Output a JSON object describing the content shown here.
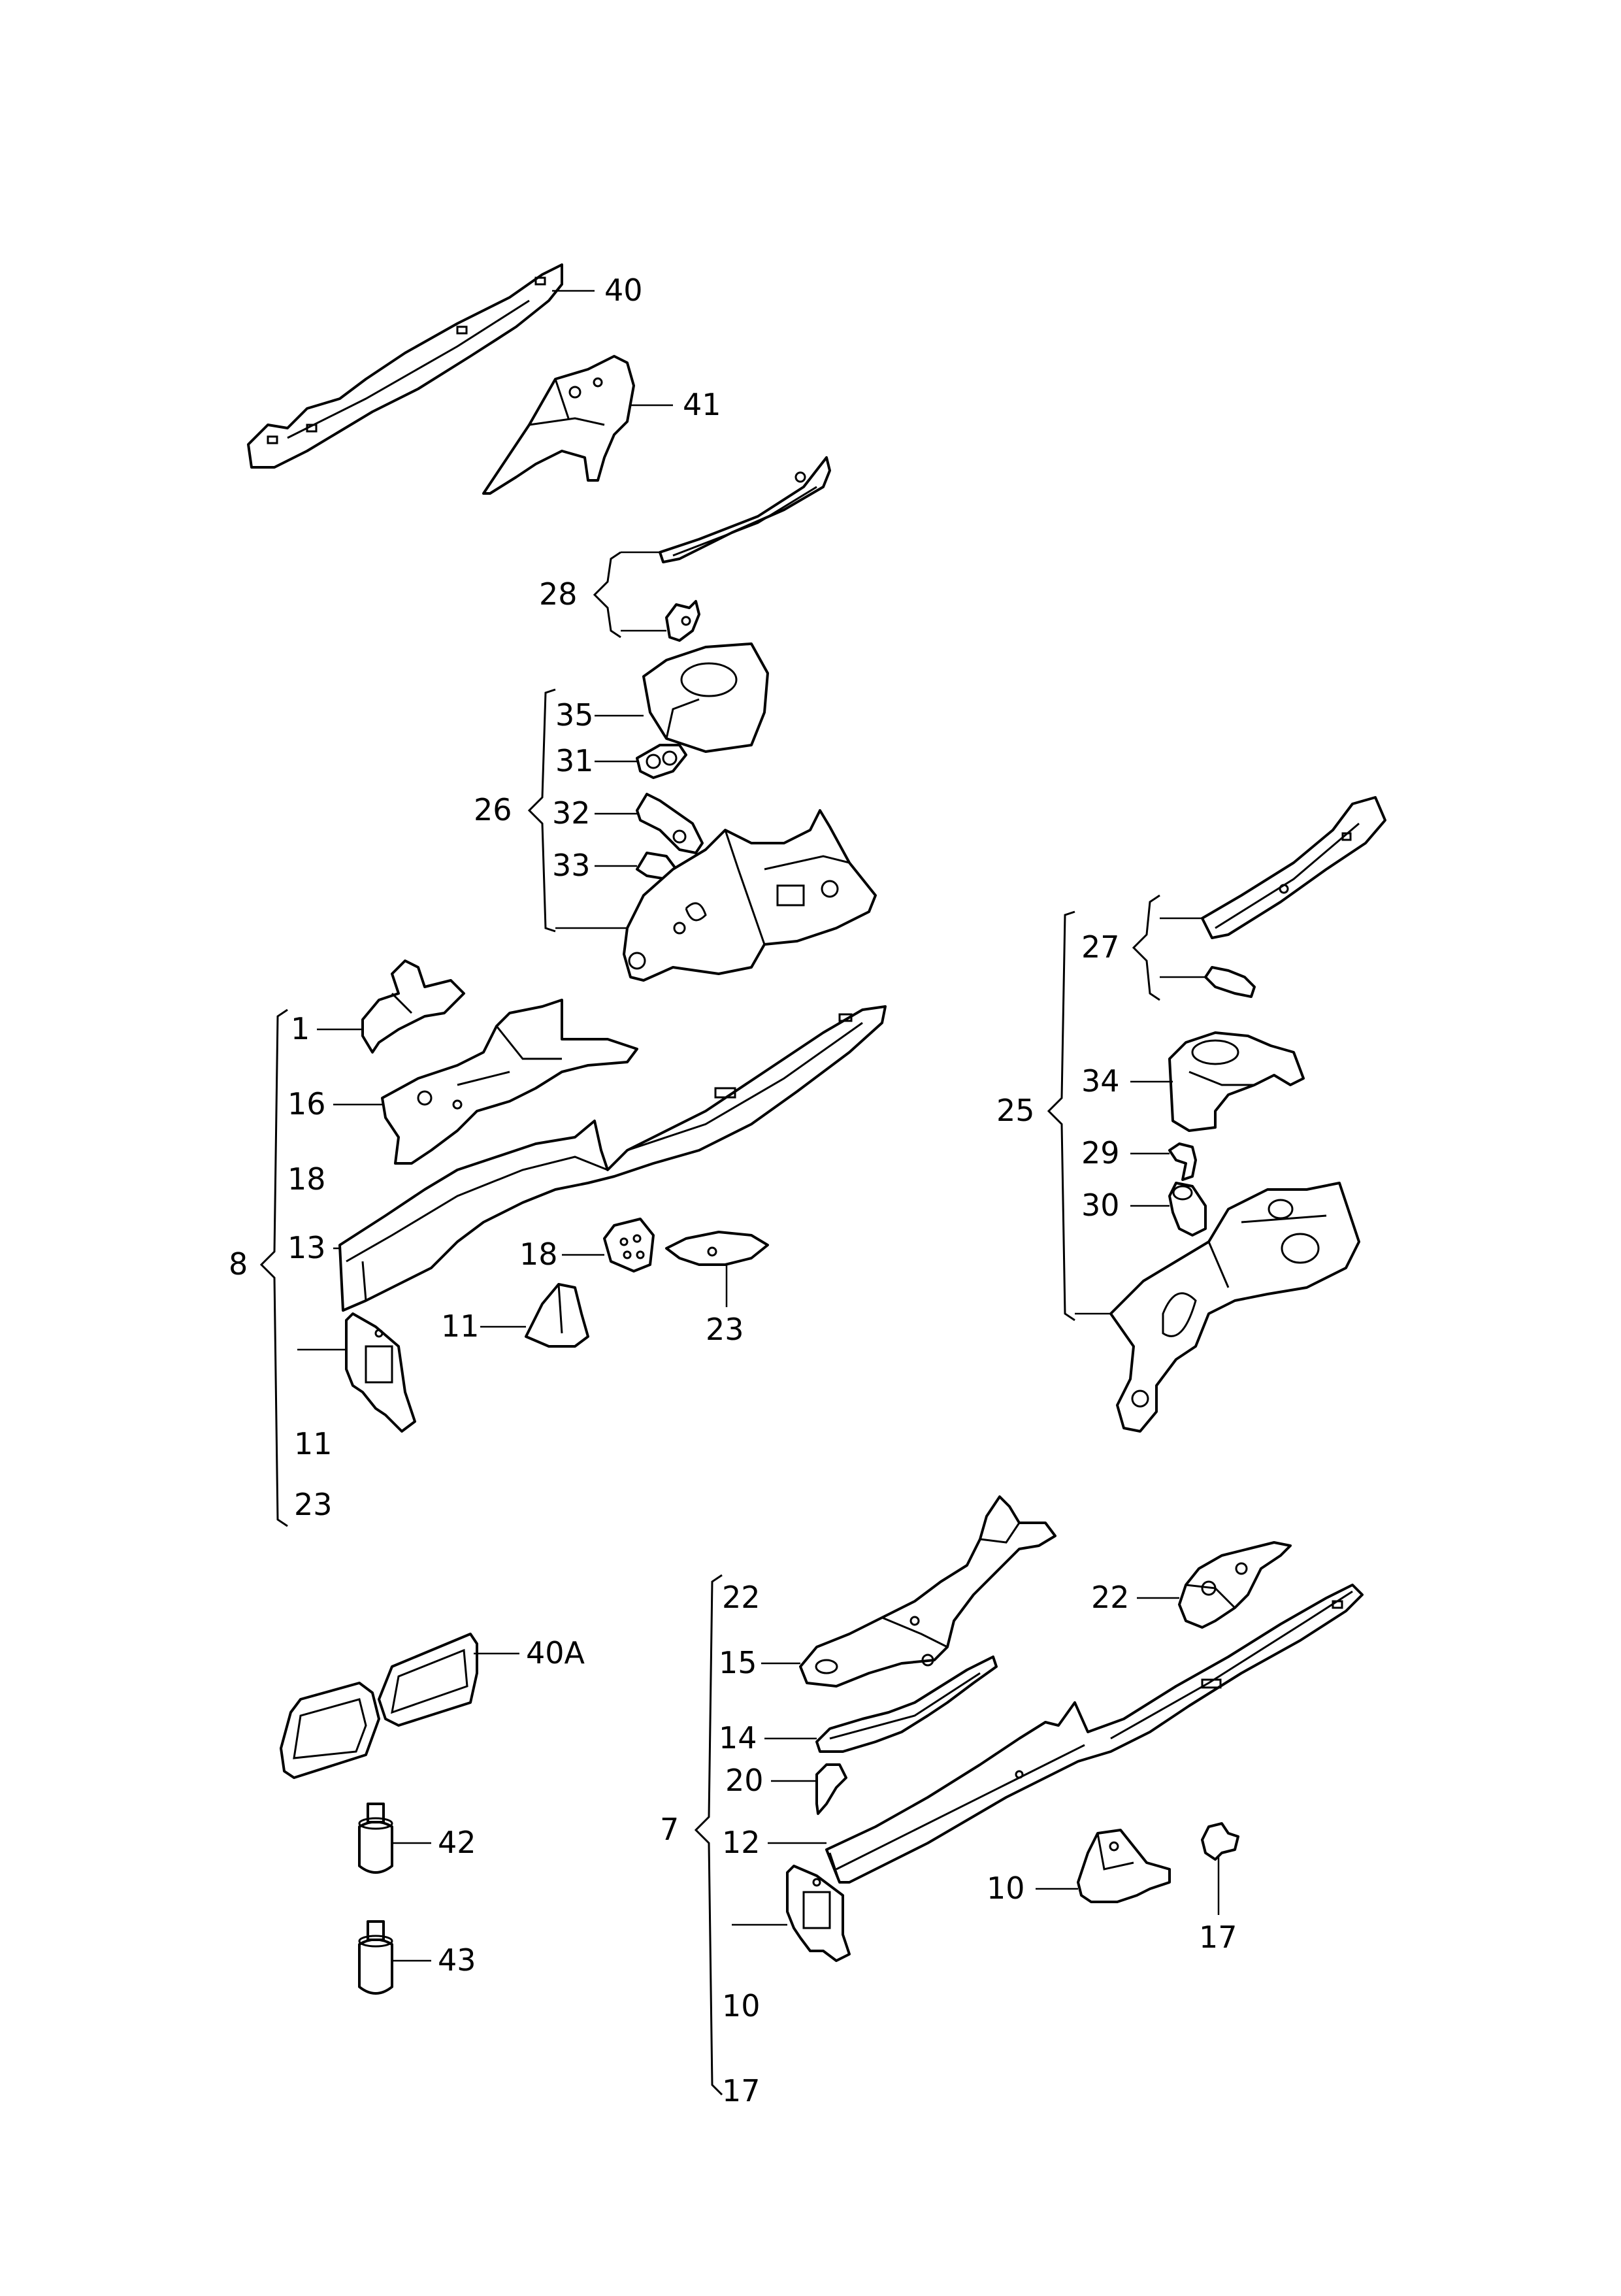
{
  "callouts": {
    "c40": "40",
    "c41": "41",
    "c28": "28",
    "c35": "35",
    "c31": "31",
    "c26": "26",
    "c32": "32",
    "c33": "33",
    "c27": "27",
    "c34": "34",
    "c25": "25",
    "c29": "29",
    "c30": "30",
    "c1": "1",
    "c16": "16",
    "c18a": "18",
    "c13": "13",
    "c8": "8",
    "c18b": "18",
    "c11a": "11",
    "c23a": "23",
    "c11b": "11",
    "c23b": "23",
    "c22a": "22",
    "c22b": "22",
    "c15": "15",
    "c14": "14",
    "c20": "20",
    "c7": "7",
    "c12": "12",
    "c10a": "10",
    "c17a": "17",
    "c10b": "10",
    "c17b": "17",
    "c40A": "40A",
    "c42": "42",
    "c43": "43"
  }
}
